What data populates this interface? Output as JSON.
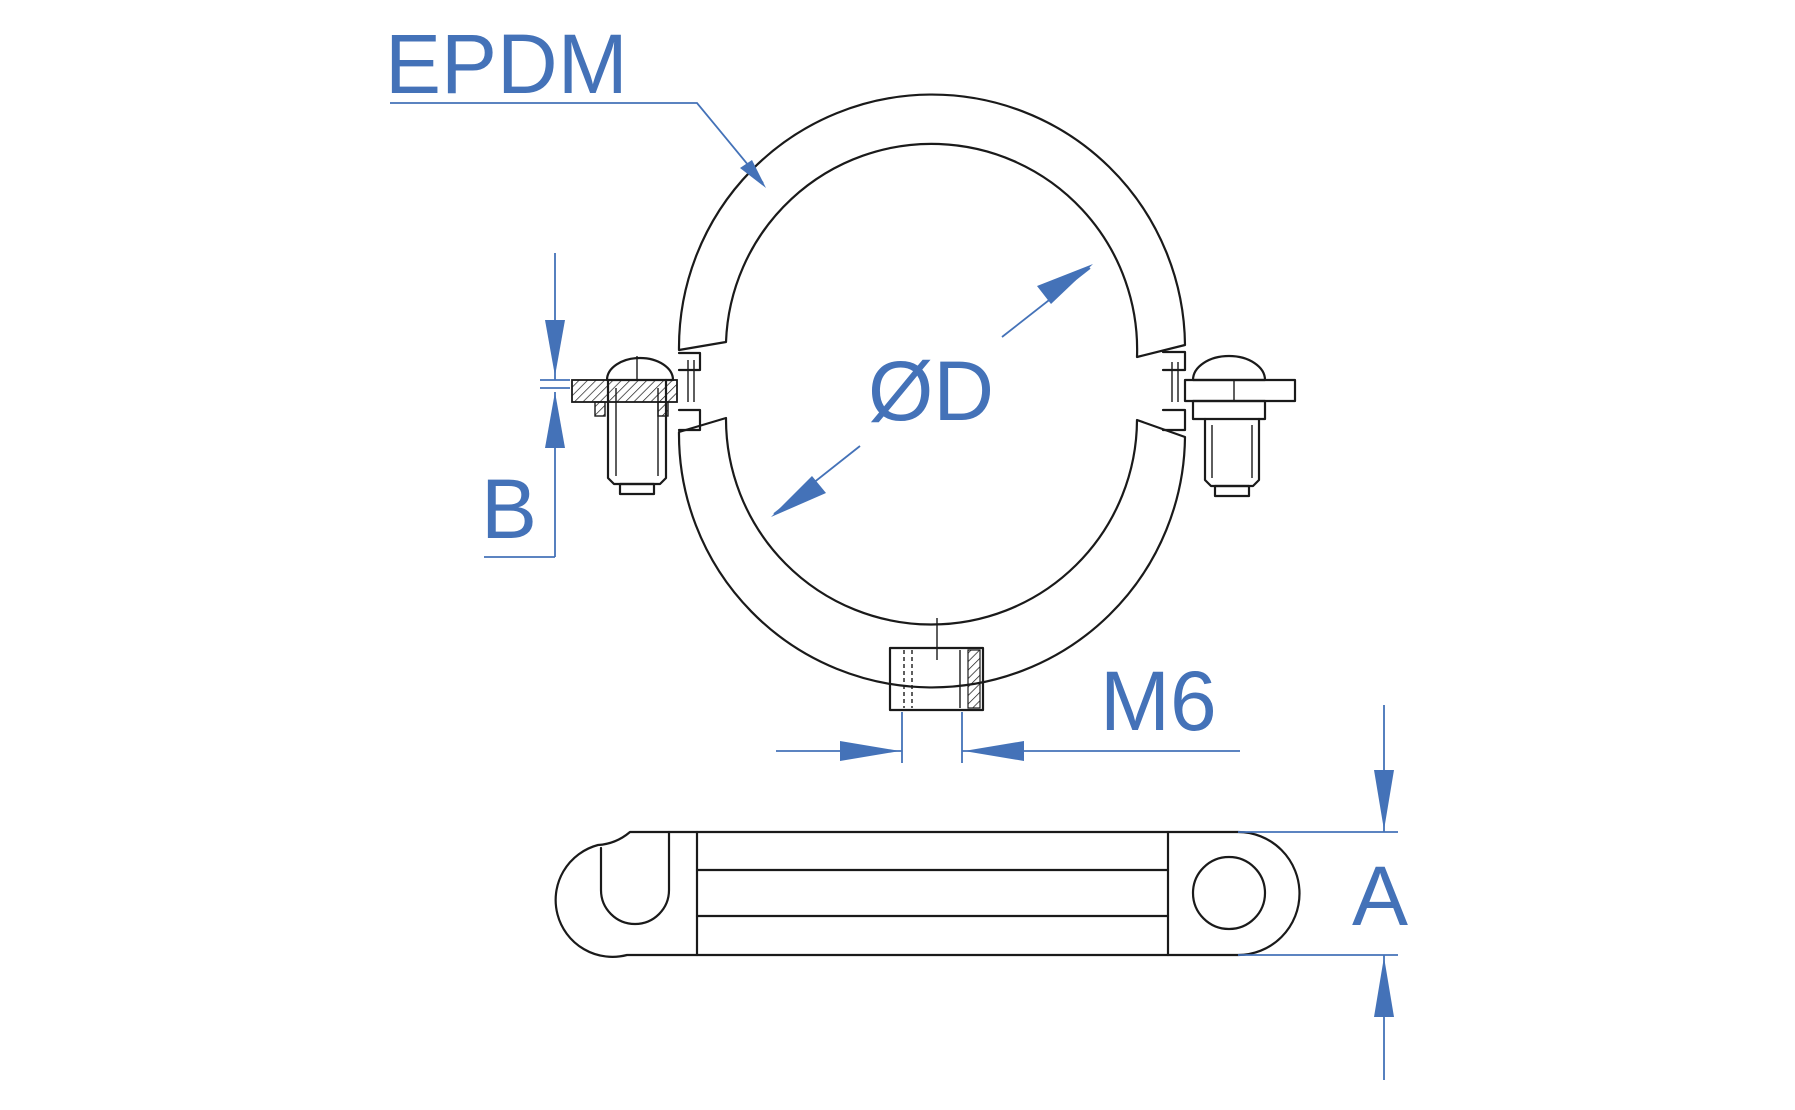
{
  "labels": {
    "material": "EPDM",
    "diameter": "ØD",
    "dim_b": "B",
    "thread": "M6",
    "dim_a": "A"
  },
  "colors": {
    "dimension": "#4472b8",
    "outline": "#1a1a1a",
    "background": "#ffffff"
  }
}
